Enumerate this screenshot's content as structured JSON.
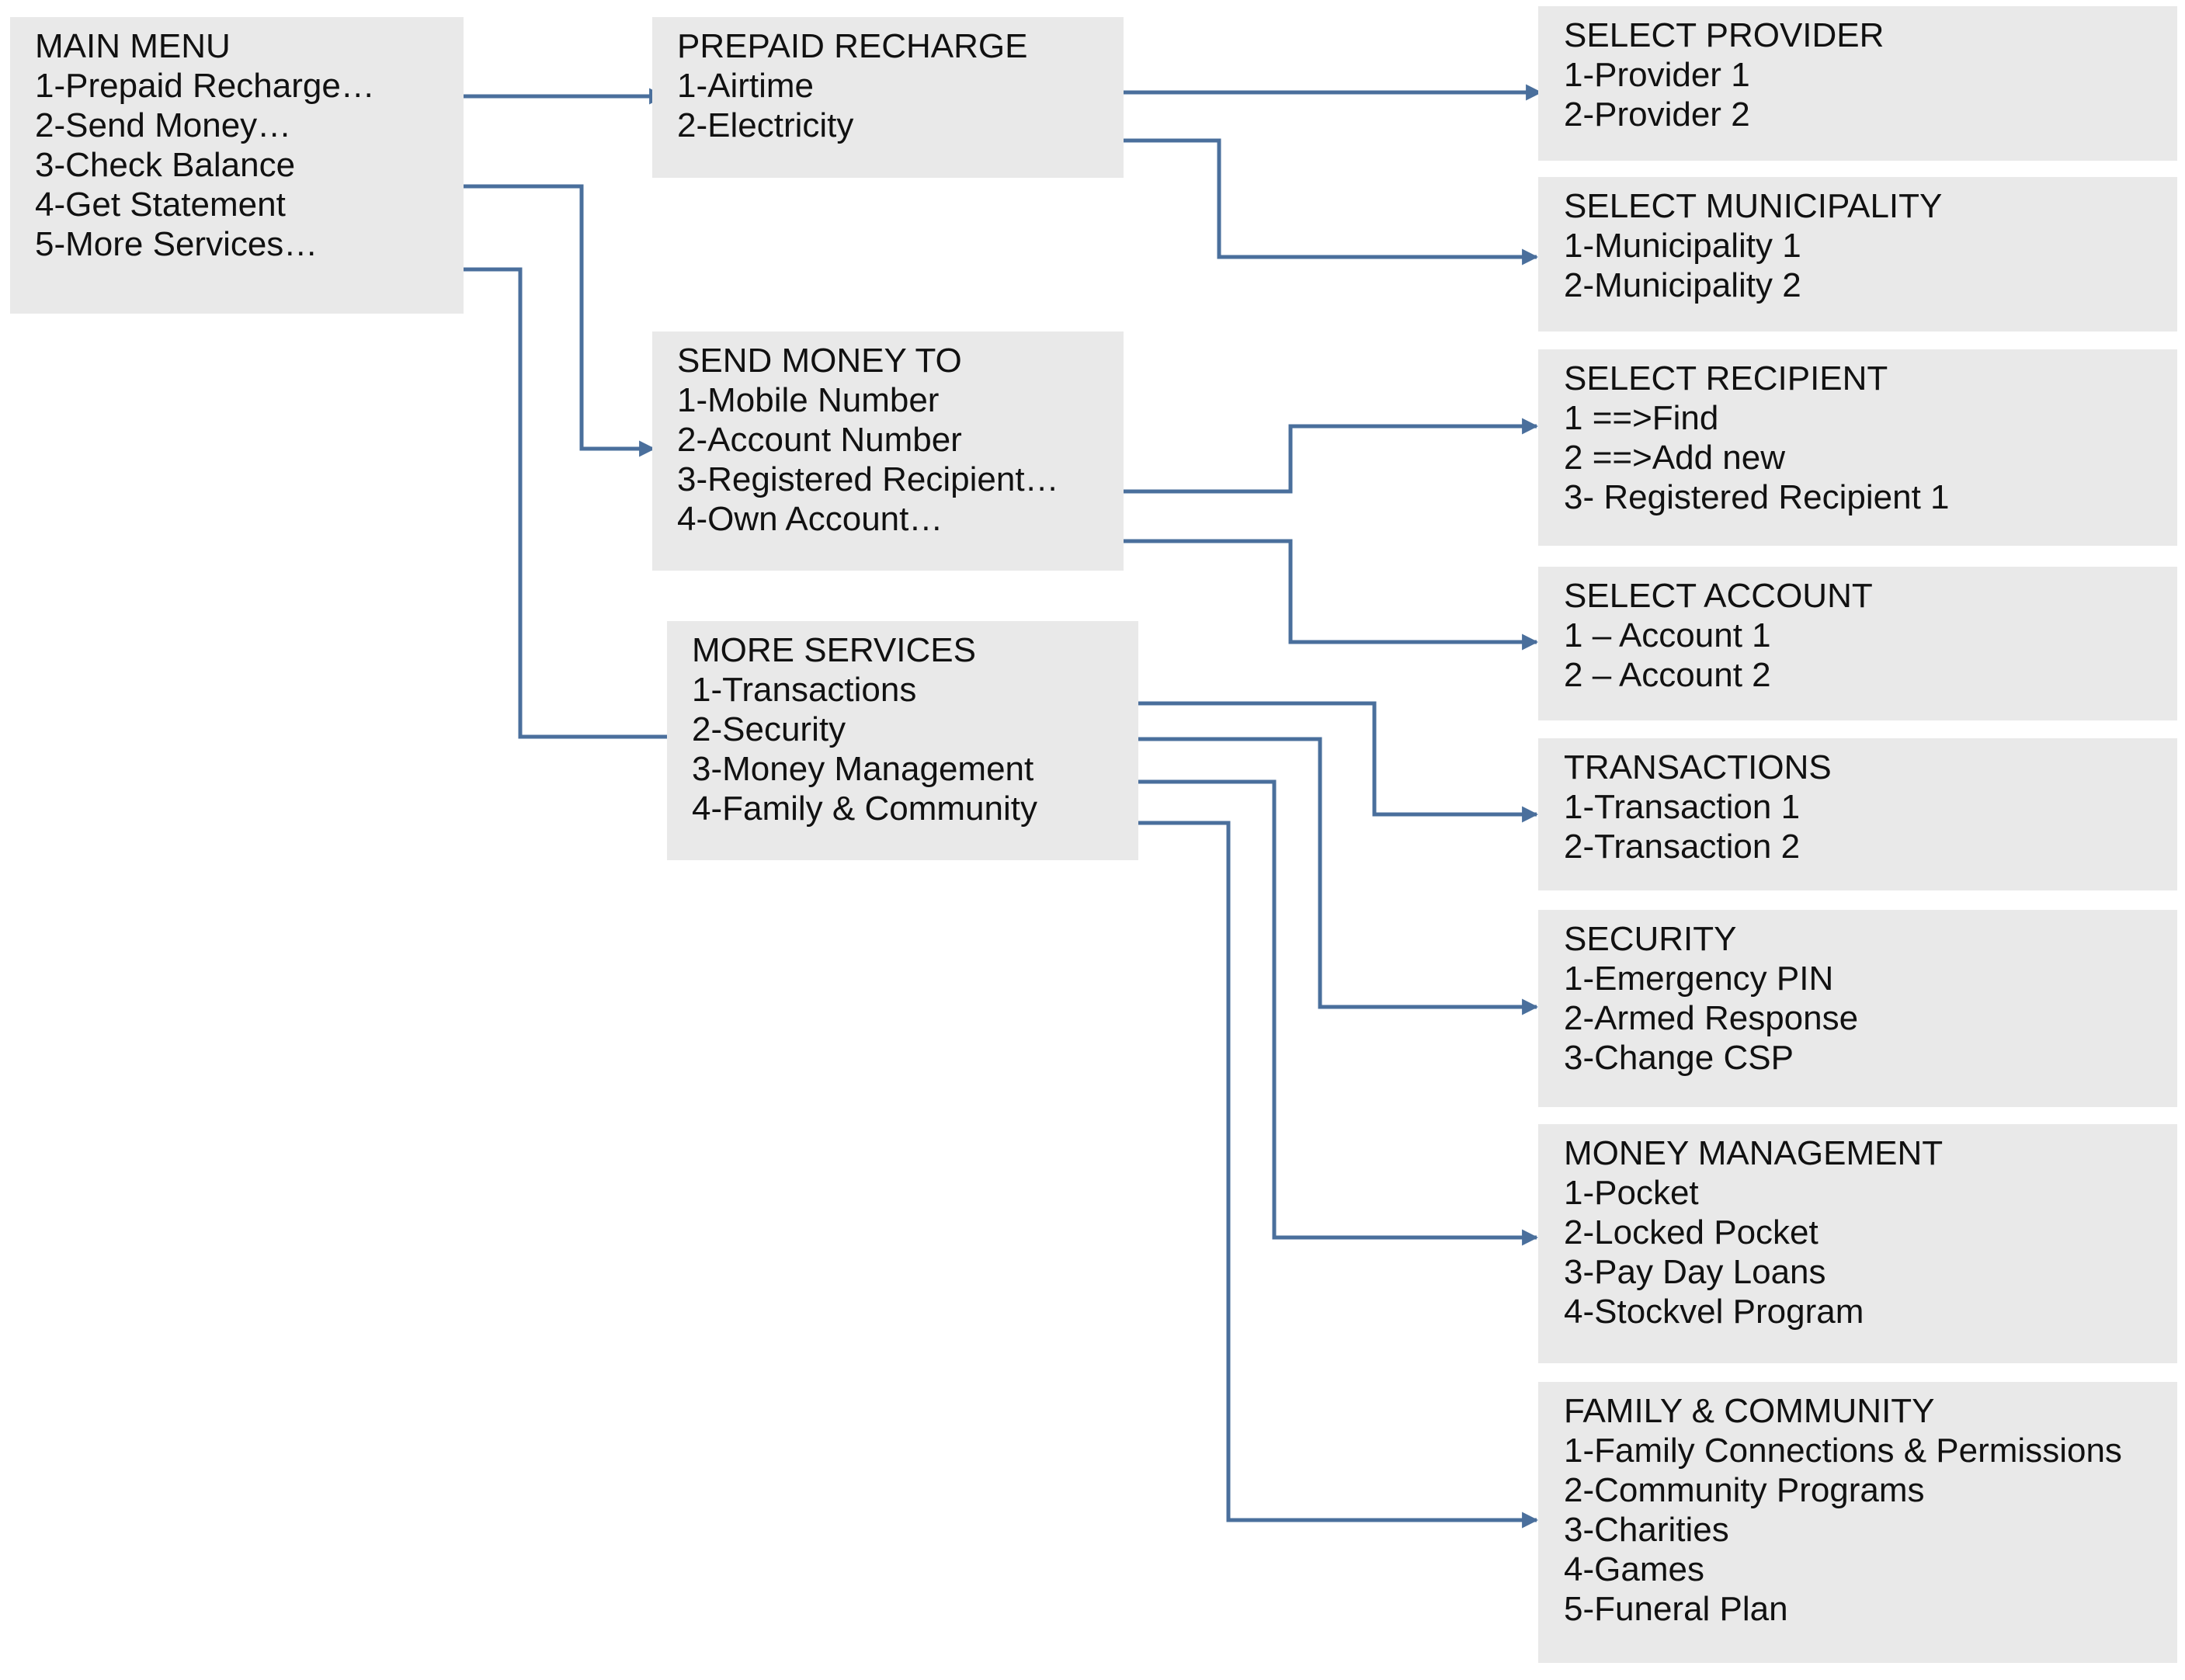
{
  "colors": {
    "connector": "#4a6f9c",
    "box_fill": "#e9e9e9",
    "text": "#111111"
  },
  "main_menu": {
    "title": "MAIN MENU",
    "items": [
      "1-Prepaid Recharge…",
      "2-Send Money…",
      "3-Check Balance",
      "4-Get Statement",
      "5-More Services…"
    ]
  },
  "prepaid_recharge": {
    "title": "PREPAID RECHARGE",
    "items": [
      "1-Airtime",
      "2-Electricity"
    ]
  },
  "send_money_to": {
    "title": "SEND MONEY TO",
    "items": [
      "1-Mobile Number",
      "2-Account Number",
      "3-Registered Recipient…",
      "4-Own Account…"
    ]
  },
  "more_services": {
    "title": "MORE SERVICES",
    "items": [
      "1-Transactions",
      "2-Security",
      "3-Money Management",
      "4-Family & Community"
    ]
  },
  "select_provider": {
    "title": "SELECT PROVIDER",
    "items": [
      "1-Provider 1",
      "2-Provider 2"
    ]
  },
  "select_municipality": {
    "title": "SELECT MUNICIPALITY",
    "items": [
      "1-Municipality 1",
      "2-Municipality 2"
    ]
  },
  "select_recipient": {
    "title": "SELECT RECIPIENT",
    "items": [
      "1 ==>Find",
      "2 ==>Add new",
      "3- Registered Recipient 1"
    ]
  },
  "select_account": {
    "title": "SELECT ACCOUNT",
    "items": [
      "1 – Account 1",
      "2 – Account 2"
    ]
  },
  "transactions": {
    "title": "TRANSACTIONS",
    "items": [
      "1-Transaction 1",
      "2-Transaction 2"
    ]
  },
  "security": {
    "title": "SECURITY",
    "items": [
      "1-Emergency PIN",
      "2-Armed Response",
      "3-Change CSP"
    ]
  },
  "money_management": {
    "title": "MONEY MANAGEMENT",
    "items": [
      "1-Pocket",
      "2-Locked Pocket",
      "3-Pay Day Loans",
      "4-Stockvel Program"
    ]
  },
  "family_community": {
    "title": "FAMILY & COMMUNITY",
    "items": [
      "1-Family Connections & Permissions",
      "2-Community Programs",
      "3-Charities",
      "4-Games",
      "5-Funeral Plan"
    ]
  }
}
